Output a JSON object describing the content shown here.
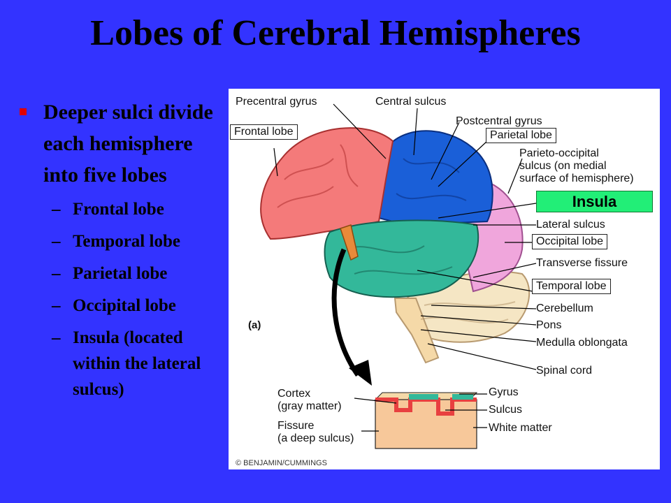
{
  "title": "Lobes of Cerebral Hemispheres",
  "bullet": {
    "main_text": "Deeper sulci divide each hemisphere into five lobes",
    "items": [
      "Frontal lobe",
      "Temporal lobe",
      "Parietal lobe",
      "Occipital lobe",
      "Insula (located within the lateral sulcus)"
    ]
  },
  "figure": {
    "labels": {
      "precentral_gyrus": "Precentral gyrus",
      "central_sulcus": "Central sulcus",
      "postcentral_gyrus": "Postcentral gyrus",
      "frontal_lobe": "Frontal lobe",
      "parietal_lobe": "Parietal lobe",
      "parieto_occipital_1": "Parieto-occipital",
      "parieto_occipital_2": "sulcus (on medial",
      "parieto_occipital_3": "surface of hemisphere)",
      "insula": "Insula",
      "lateral_sulcus": "Lateral sulcus",
      "occipital_lobe": "Occipital lobe",
      "transverse_fissure": "Transverse fissure",
      "temporal_lobe": "Temporal lobe",
      "cerebellum": "Cerebellum",
      "pons": "Pons",
      "medulla": "Medulla oblongata",
      "spinal_cord": "Spinal cord",
      "panel": "(a)",
      "cortex_1": "Cortex",
      "cortex_2": "(gray matter)",
      "fissure_1": "Fissure",
      "fissure_2": "(a deep sulcus)",
      "gyrus": "Gyrus",
      "sulcus": "Sulcus",
      "white_matter": "White matter",
      "copyright": "© BENJAMIN/CUMMINGS"
    },
    "colors": {
      "frontal": "#f47a7a",
      "parietal": "#1a5fd8",
      "temporal": "#33b89a",
      "occipital": "#f0a6dc",
      "cerebellum": "#f5e6c4",
      "insula_label_bg": "#22ee77"
    }
  },
  "colors": {
    "background": "#3333ff",
    "bullet_marker": "#e00000"
  }
}
